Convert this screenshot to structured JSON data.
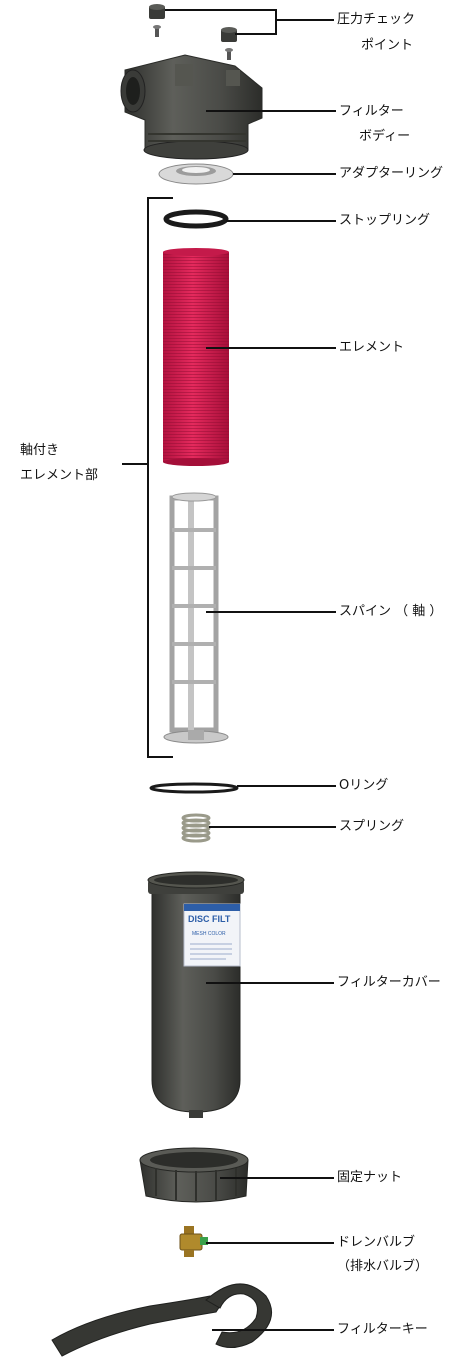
{
  "labels": {
    "pressure_check_point_1": "圧力チェック",
    "pressure_check_point_2": "ポイント",
    "filter_body_1": "フィルター",
    "filter_body_2": "ボディー",
    "adapter_ring": "アダプターリング",
    "stop_ring": "ストップリング",
    "element": "エレメント",
    "element_with_spine_1": "軸付き",
    "element_with_spine_2": "エレメント部",
    "spine": "スパイン （ 軸 ）",
    "o_ring": "Oリング",
    "spring": "スプリング",
    "filter_cover": "フィルターカバー",
    "fixing_nut": "固定ナット",
    "drain_valve_1": "ドレンバルブ",
    "drain_valve_2": "（排水バルブ）",
    "filter_key": "フィルターキー"
  },
  "label_text": {
    "cover_brand": "DISC FILT",
    "cover_small": "MESH COLOR"
  },
  "colors": {
    "dark_plastic": "#4a4b47",
    "element_red": "#d01c4e",
    "spine_grey": "#bdbdbd",
    "adapter_grey": "#d9d9d9",
    "valve_brass": "#b08a2c",
    "label_blue": "#2d5ea8"
  }
}
